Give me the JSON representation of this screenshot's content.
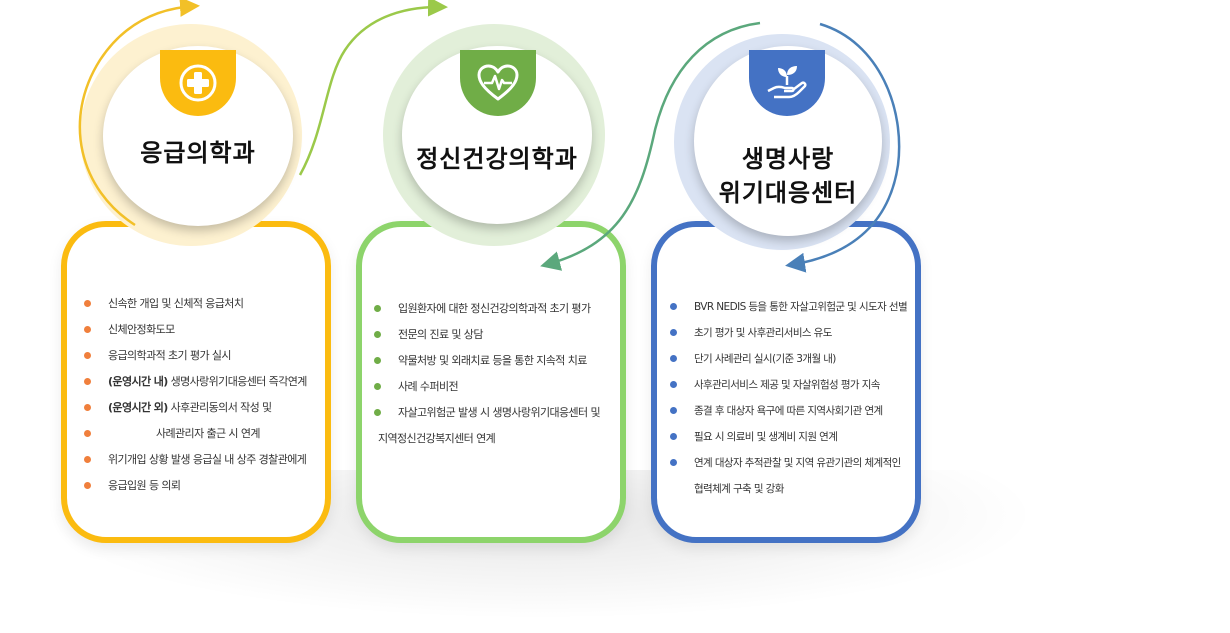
{
  "departments": [
    {
      "title": "응급의학과",
      "icon": "plus-icon",
      "color": "#fbbb10",
      "items": [
        {
          "text": "신속한 개입 및 신체적 응급처치"
        },
        {
          "text": "신체안정화도모"
        },
        {
          "text": "응급의학과적 초기 평가 실시"
        },
        {
          "bold": "(운영시간 내)",
          "text": " 생명사랑위기대응센터 즉각연계"
        },
        {
          "bold": "(운영시간 외)",
          "text": " 사후관리동의서 작성 및"
        },
        {
          "text": "사례관리자 출근 시 연계",
          "continuation": true
        },
        {
          "text": "위기개입 상황 발생 응급실 내 상주 경찰관에게"
        },
        {
          "text": "응급입원 등 의뢰"
        }
      ]
    },
    {
      "title": "정신건강의학과",
      "icon": "heart-pulse-icon",
      "color": "#8dd46b",
      "items": [
        {
          "text": "입원환자에 대한 정신건강의학과적 초기 평가"
        },
        {
          "text": "전문의 진료 및 상담"
        },
        {
          "text": "약물처방 및 외래치료 등을 통한 지속적 치료"
        },
        {
          "text": "사례 수퍼비전"
        },
        {
          "text": "자살고위험군 발생 시 생명사랑위기대응센터 및"
        },
        {
          "text": "지역정신건강복지센터 연계",
          "continuation": true
        }
      ]
    },
    {
      "title_line1": "생명사랑",
      "title_line2": "위기대응센터",
      "icon": "hand-plant-icon",
      "color": "#4472c4",
      "items": [
        {
          "text": "BVR NEDIS 등을 통한 자살고위험군 및 시도자 선별"
        },
        {
          "text": "초기 평가 및 사후관리서비스 유도"
        },
        {
          "text": "단기 사례관리 실시(기준 3개월 내)"
        },
        {
          "text": "사후관리서비스 제공 및 자살위험성 평가 지속"
        },
        {
          "text": "종결 후 대상자 욕구에 따른 지역사회기관 연계"
        },
        {
          "text": "필요 시 의료비 및 생계비 지원 연계"
        },
        {
          "text": "연계 대상자 추적관찰 및 지역 유관기관의 체계적인"
        },
        {
          "text": "협력체계 구축 및 강화",
          "continuation": true
        }
      ]
    }
  ]
}
